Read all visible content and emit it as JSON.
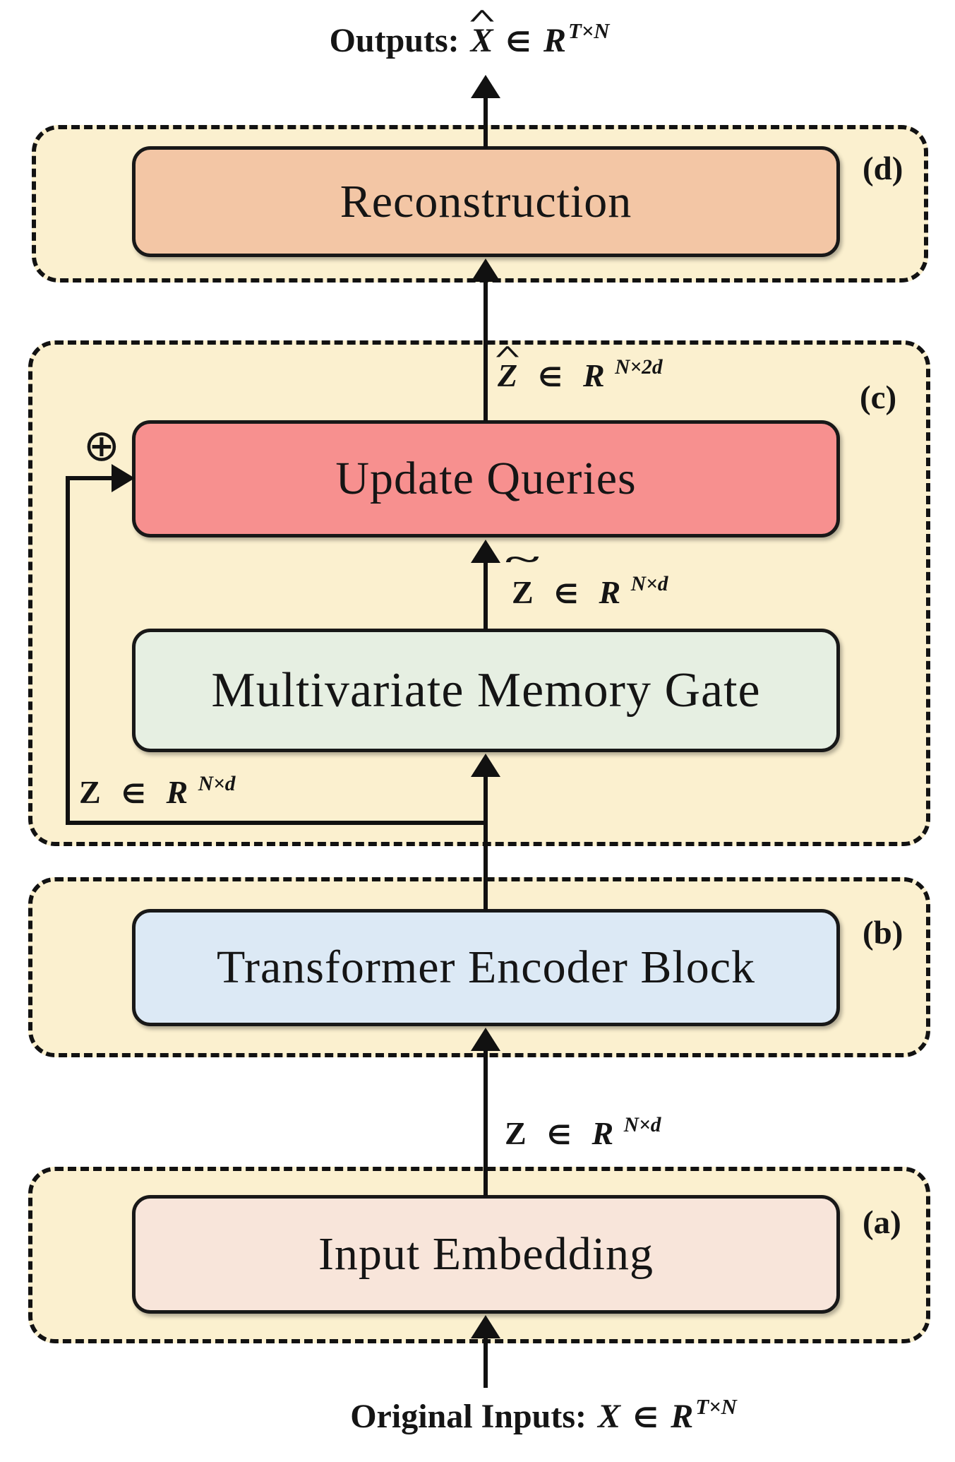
{
  "colors": {
    "panel_bg": "#fbf0cf",
    "reconstruction": "#f3c6a5",
    "update_queries": "#f7908f",
    "memory_gate": "#e6efe2",
    "transformer": "#dce9f5",
    "input_embedding": "#f8e5da",
    "line": "#111111"
  },
  "output_label": {
    "prefix": "Outputs:",
    "var": "X",
    "hat": "^",
    "elem": "∈",
    "set": "R",
    "sup": "T×N"
  },
  "input_label": {
    "prefix": "Original Inputs:",
    "var": "X",
    "elem": "∈",
    "set": "R",
    "sup": "T×N"
  },
  "panel_d": {
    "tag": "(d)",
    "block": "Reconstruction"
  },
  "panel_c": {
    "tag": "(c)",
    "update_queries": "Update Queries",
    "memory_gate": "Multivariate Memory Gate",
    "zhat": {
      "var": "Z",
      "hat": "^",
      "elem": "∈",
      "set": "R",
      "sup": "N×2d"
    },
    "ztilde": {
      "var": "Z",
      "tilde": "~",
      "elem": "∈",
      "set": "R",
      "sup": "N×d"
    },
    "zskip": {
      "var": "Z",
      "elem": "∈",
      "set": "R",
      "sup": "N×d"
    },
    "oplus": "⊕"
  },
  "panel_b": {
    "tag": "(b)",
    "block": "Transformer Encoder Block"
  },
  "between_ab": {
    "var": "Z",
    "elem": "∈",
    "set": "R",
    "sup": "N×d"
  },
  "panel_a": {
    "tag": "(a)",
    "block": "Input Embedding"
  }
}
